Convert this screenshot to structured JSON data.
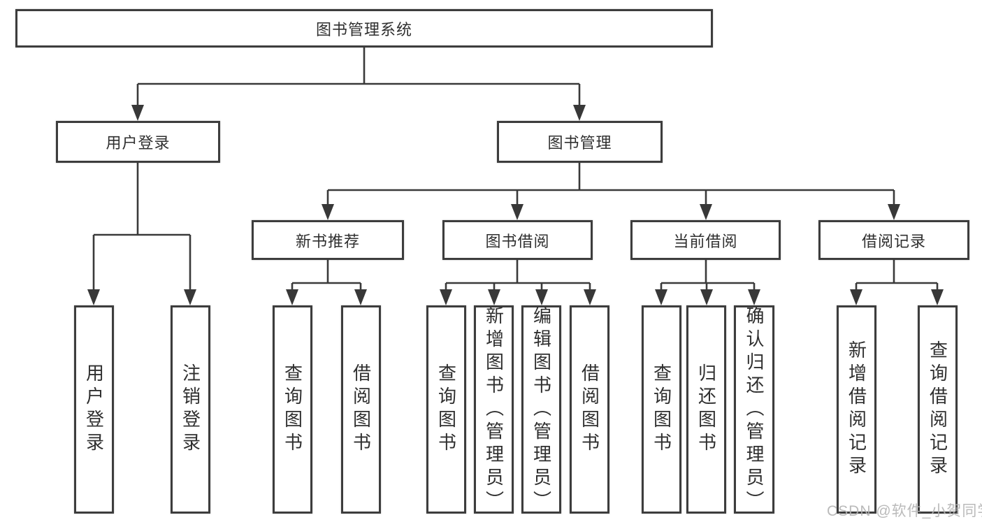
{
  "diagram": {
    "root": "图书管理系统",
    "user_branch": {
      "label": "用户登录",
      "children": [
        "用户登录",
        "注销登录"
      ]
    },
    "book_branch": {
      "label": "图书管理",
      "sections": [
        {
          "label": "新书推荐",
          "children": [
            "查询图书",
            "借阅图书"
          ]
        },
        {
          "label": "图书借阅",
          "children": [
            "查询图书",
            "新增图书（管理员）",
            "编辑图书（管理员）",
            "借阅图书"
          ]
        },
        {
          "label": "当前借阅",
          "children": [
            "查询图书",
            "归还图书",
            "确认归还（管理员）"
          ]
        },
        {
          "label": "借阅记录",
          "children": [
            "新增借阅记录",
            "查询借阅记录"
          ]
        }
      ]
    }
  },
  "watermark": "CSDN @软件_小贺同学",
  "colors": {
    "line": "#3a3a3a",
    "box_border": "#3d3d3d",
    "text": "#2f2f2f",
    "watermark": "#b2b2b2",
    "background": "#ffffff"
  }
}
